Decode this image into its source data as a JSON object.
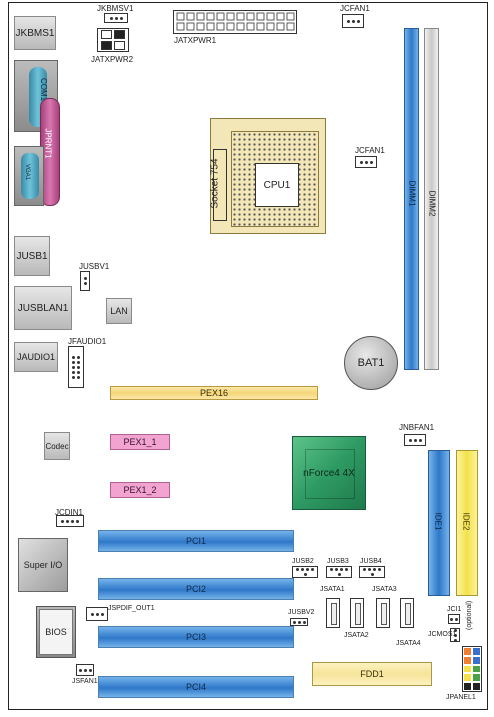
{
  "labels": {
    "jkbms1": "JKBMS1",
    "jkbmsv1": "JKBMSV1",
    "jatxpwr1": "JATXPWR1",
    "jatxpwr2": "JATXPWR2",
    "jcfan1_top": "JCFAN1",
    "com1": "COM1",
    "jprnt1": "JPRNT1",
    "vga": "VGA1",
    "socket": "Socket 754",
    "cpu1": "CPU1",
    "jcfan1_cpu": "JCFAN1",
    "dimm1": "DIMM1",
    "dimm2": "DIMM2",
    "jusb1": "JUSB1",
    "jusbv1": "JUSBV1",
    "jusblan1": "JUSBLAN1",
    "lan": "LAN",
    "jaudio1": "JAUDIO1",
    "jfaudio1": "JFAUDIO1",
    "bat1": "BAT1",
    "pex16": "PEX16",
    "jnbfan1": "JNBFAN1",
    "codec": "Codec",
    "pex1_1": "PEX1_1",
    "nforce": "nForce4 4X",
    "pex1_2": "PEX1_2",
    "ide1": "IDE1",
    "ide2": "IDE2",
    "jcdin1": "JCDIN1",
    "superio": "Super I/O",
    "pci1": "PCI1",
    "jusb2": "JUSB2",
    "jusb3": "JUSB3",
    "jusb4": "JUSB4",
    "jsata1": "JSATA1",
    "jsata3": "JSATA3",
    "pci2": "PCI2",
    "bios": "BIOS",
    "jspdif": "JSPDIF_OUT1",
    "jusbv2": "JUSBV2",
    "jci1": "JCI1",
    "jcmos1": "JCMOS1",
    "optional": "(optional)",
    "pci3": "PCI3",
    "jsata2": "JSATA2",
    "jsata4": "JSATA4",
    "jsfan1": "JSFAN1",
    "fdd1": "FDD1",
    "pci4": "PCI4",
    "jpanel1": "JPANEL1"
  },
  "colors": {
    "pci": "#2f78c9",
    "pex16": "#f5d67a",
    "pex1": "#f2a3cf",
    "dimm1": "#2f78c9",
    "dimm2": "#d9d9d9",
    "ide1": "#2f78c9",
    "ide2": "#f2e24a",
    "chipset": "#2e9a63",
    "socket": "#f3e7b8"
  }
}
